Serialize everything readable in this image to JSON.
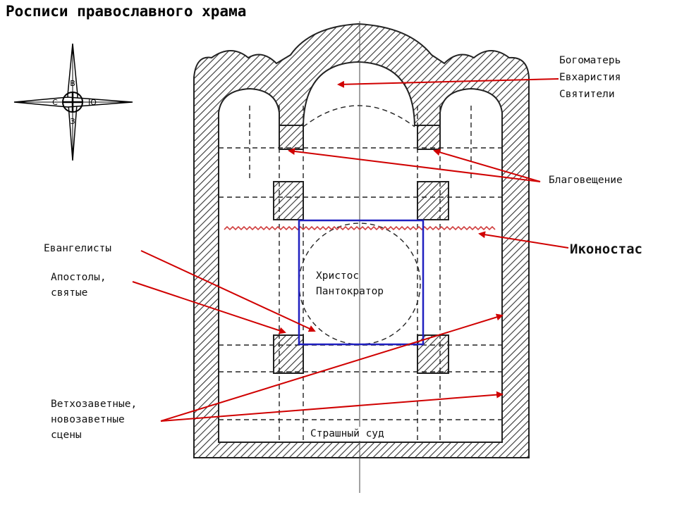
{
  "title": "Росписи православного храма",
  "compass": {
    "top": "В",
    "left": "С",
    "right": "Ю",
    "bottom": "З"
  },
  "labels": {
    "apse_1": "Богоматерь",
    "apse_2": "Евхаристия",
    "apse_3": "Святители",
    "annunciation": "Благовещение",
    "iconostasis": "Иконостас",
    "evangelists": "Евангелисты",
    "apostles_1": "Апостолы,",
    "apostles_2": "святые",
    "pantocrator_1": "Христос",
    "pantocrator_2": "Пантократор",
    "scenes_1": "Ветхозаветные,",
    "scenes_2": "новозаветные",
    "scenes_3": "сцены",
    "last_judgement": "Страшный суд"
  },
  "colors": {
    "arrow": "#d00000",
    "dome_box": "#2020c0",
    "iconostasis": "#d04040",
    "wall": "#333333"
  }
}
